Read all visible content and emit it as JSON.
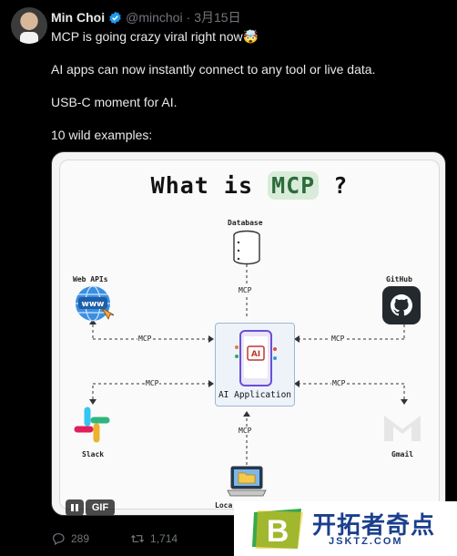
{
  "author": {
    "name": "Min Choi",
    "handle": "@minchoi",
    "separator": "·",
    "date": "3月15日"
  },
  "tweet": {
    "paragraphs": [
      "MCP is going crazy viral right now🤯",
      "AI apps can now instantly connect to any tool or live data.",
      "USB-C moment for AI.",
      "10 wild examples:"
    ]
  },
  "diagram": {
    "title_prefix": "What is",
    "title_highlight": "MCP",
    "title_suffix": "?",
    "center_label": "AI Application",
    "nodes": {
      "database": "Database",
      "web_apis": "Web APIs",
      "github": "GitHub",
      "slack": "Slack",
      "gmail": "Gmail",
      "local": "Loca"
    },
    "edge_label": "MCP"
  },
  "media_controls": {
    "gif_label": "GIF"
  },
  "actions": {
    "replies": "289",
    "reposts": "1,714"
  },
  "watermark": {
    "title": "开拓者奇点",
    "subtitle": "JSKTZ.COM"
  },
  "colors": {
    "background": "#000000",
    "verified": "#1d9bf0",
    "muted": "#71767b"
  }
}
